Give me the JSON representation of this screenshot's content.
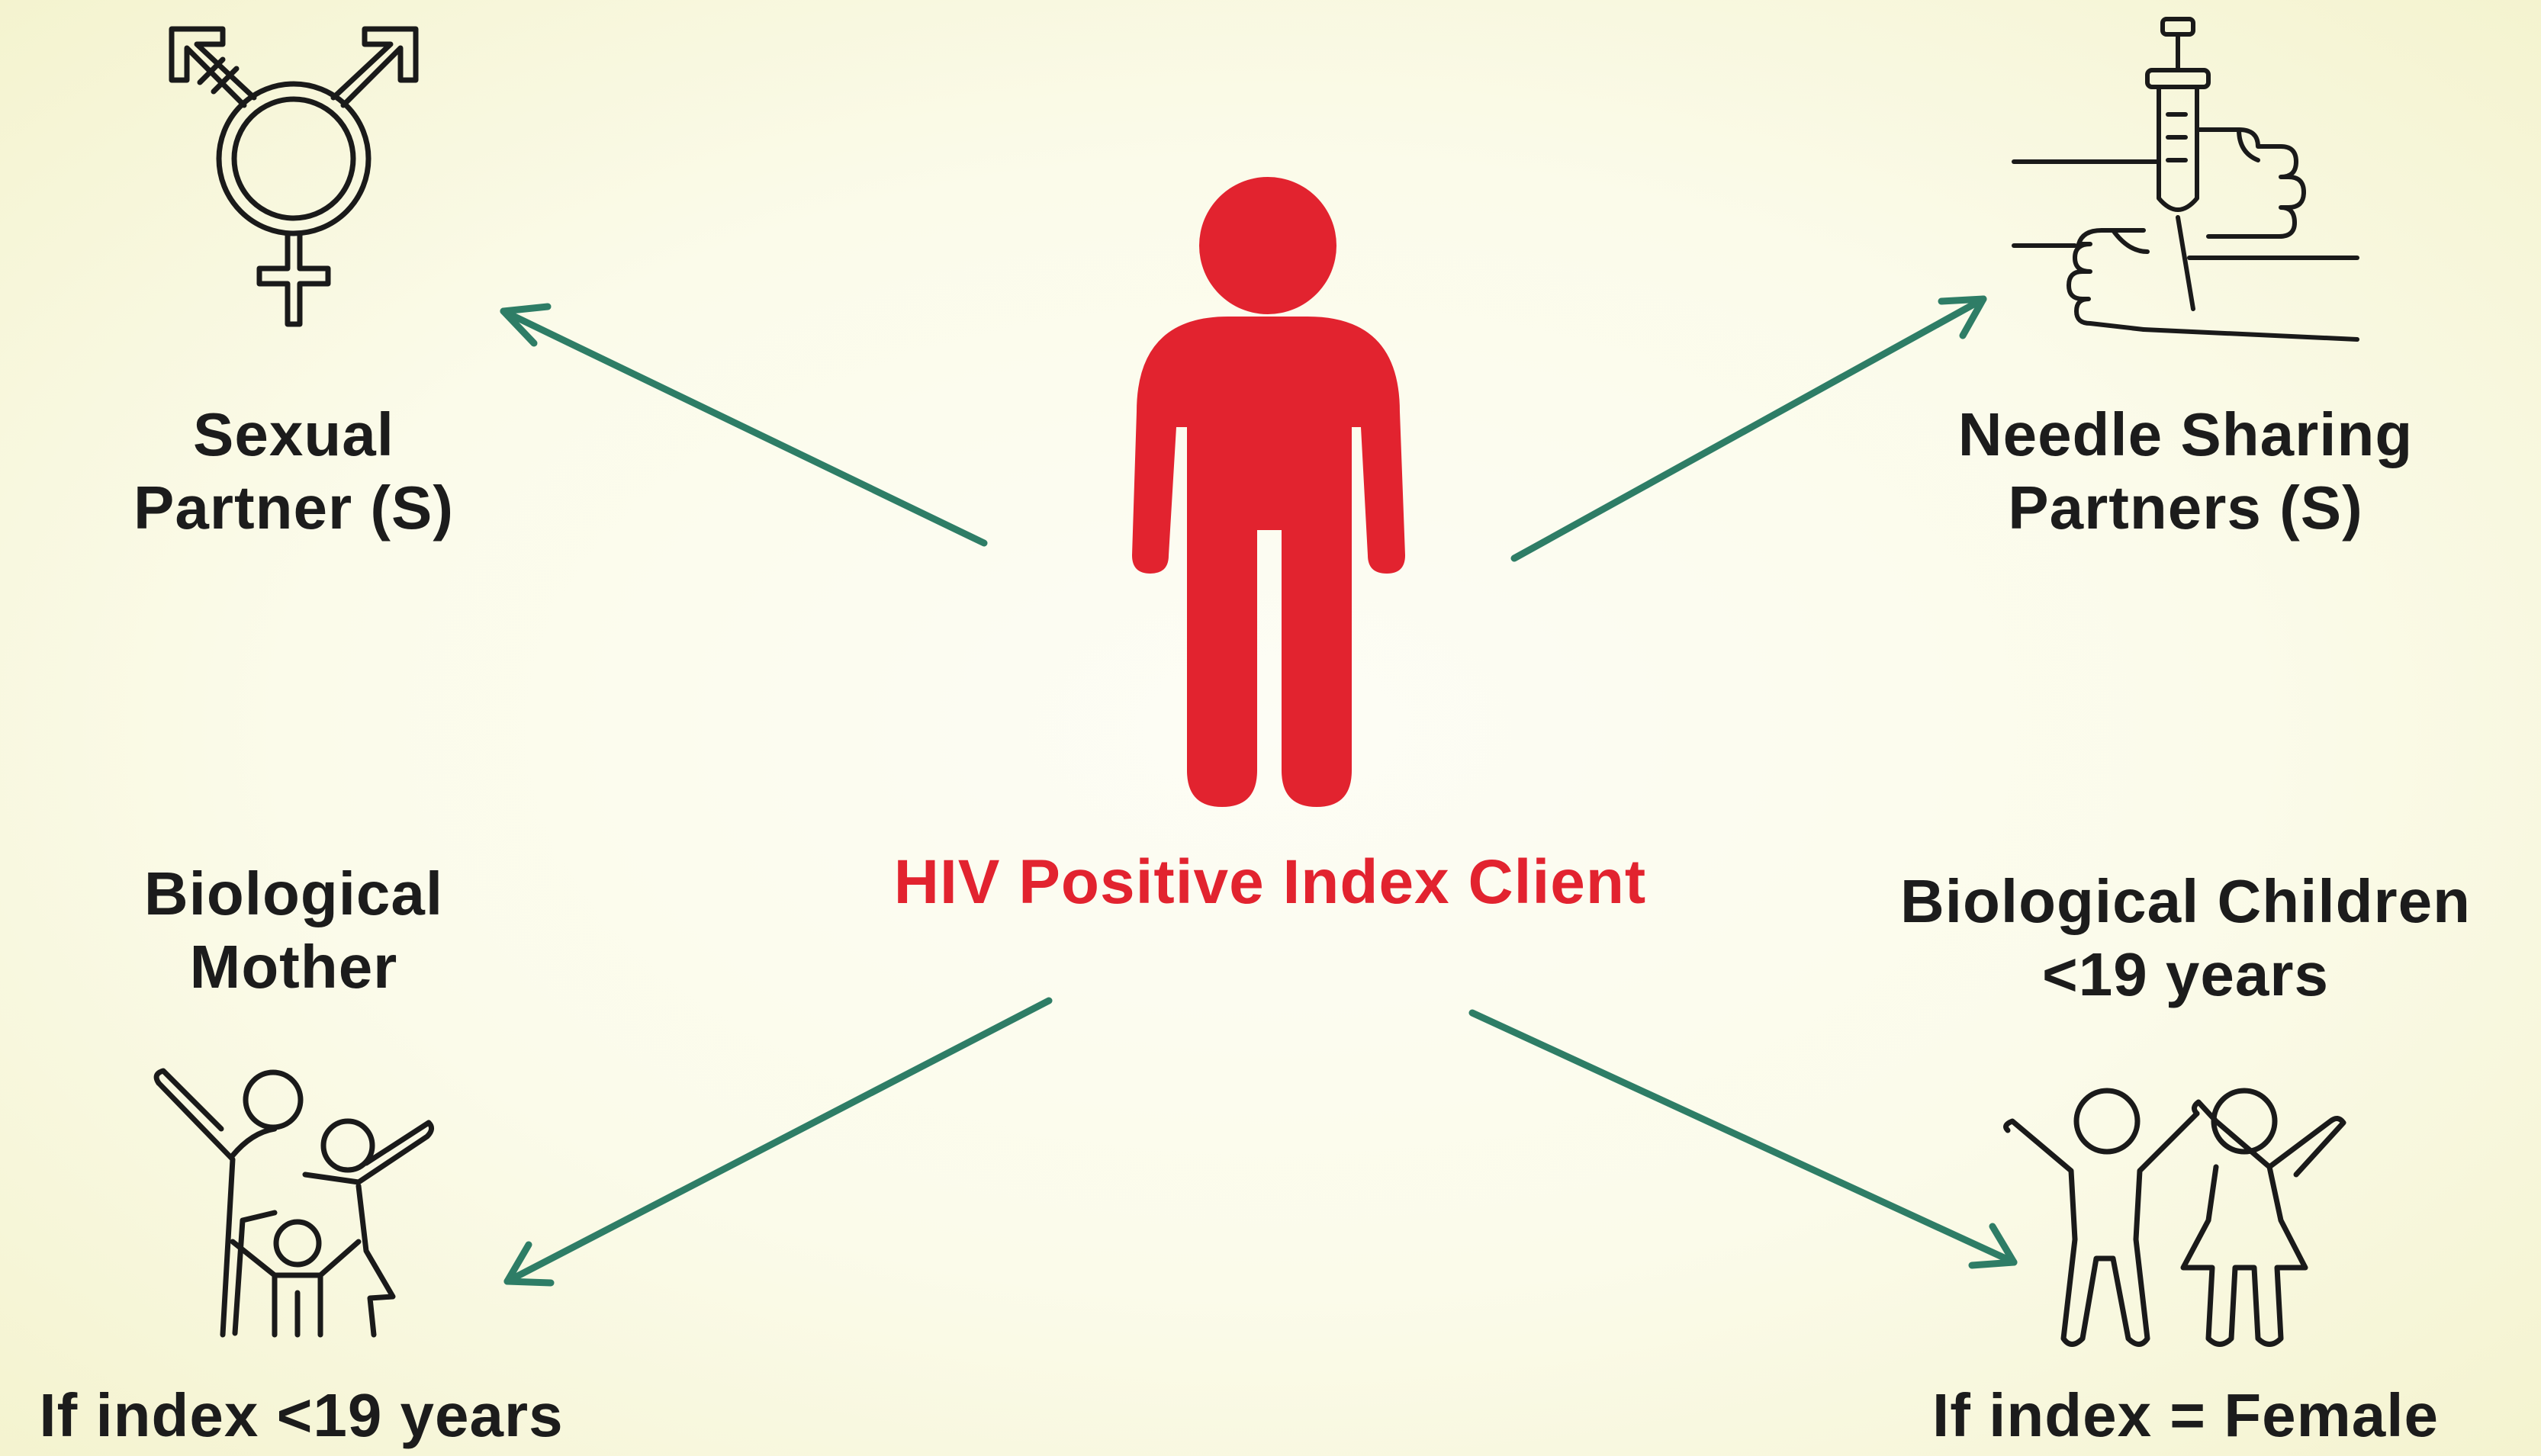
{
  "center": {
    "label": "HIV Positive Index Client",
    "color": "#e2232f"
  },
  "arrow_color": "#2e7d66",
  "nodes": {
    "sexual_partner": {
      "line1": "Sexual",
      "line2": "Partner (S)",
      "icon": "transgender-symbol-icon"
    },
    "needle_sharing": {
      "line1": "Needle Sharing",
      "line2": "Partners (S)",
      "icon": "syringe-hands-icon"
    },
    "biological_mother": {
      "line1": "Biological",
      "line2": "Mother",
      "condition": "If index <19 years",
      "icon": "family-icon"
    },
    "biological_children": {
      "line1": "Biological Children",
      "line2": "<19 years",
      "condition": "If index = Female",
      "icon": "children-icon"
    }
  }
}
